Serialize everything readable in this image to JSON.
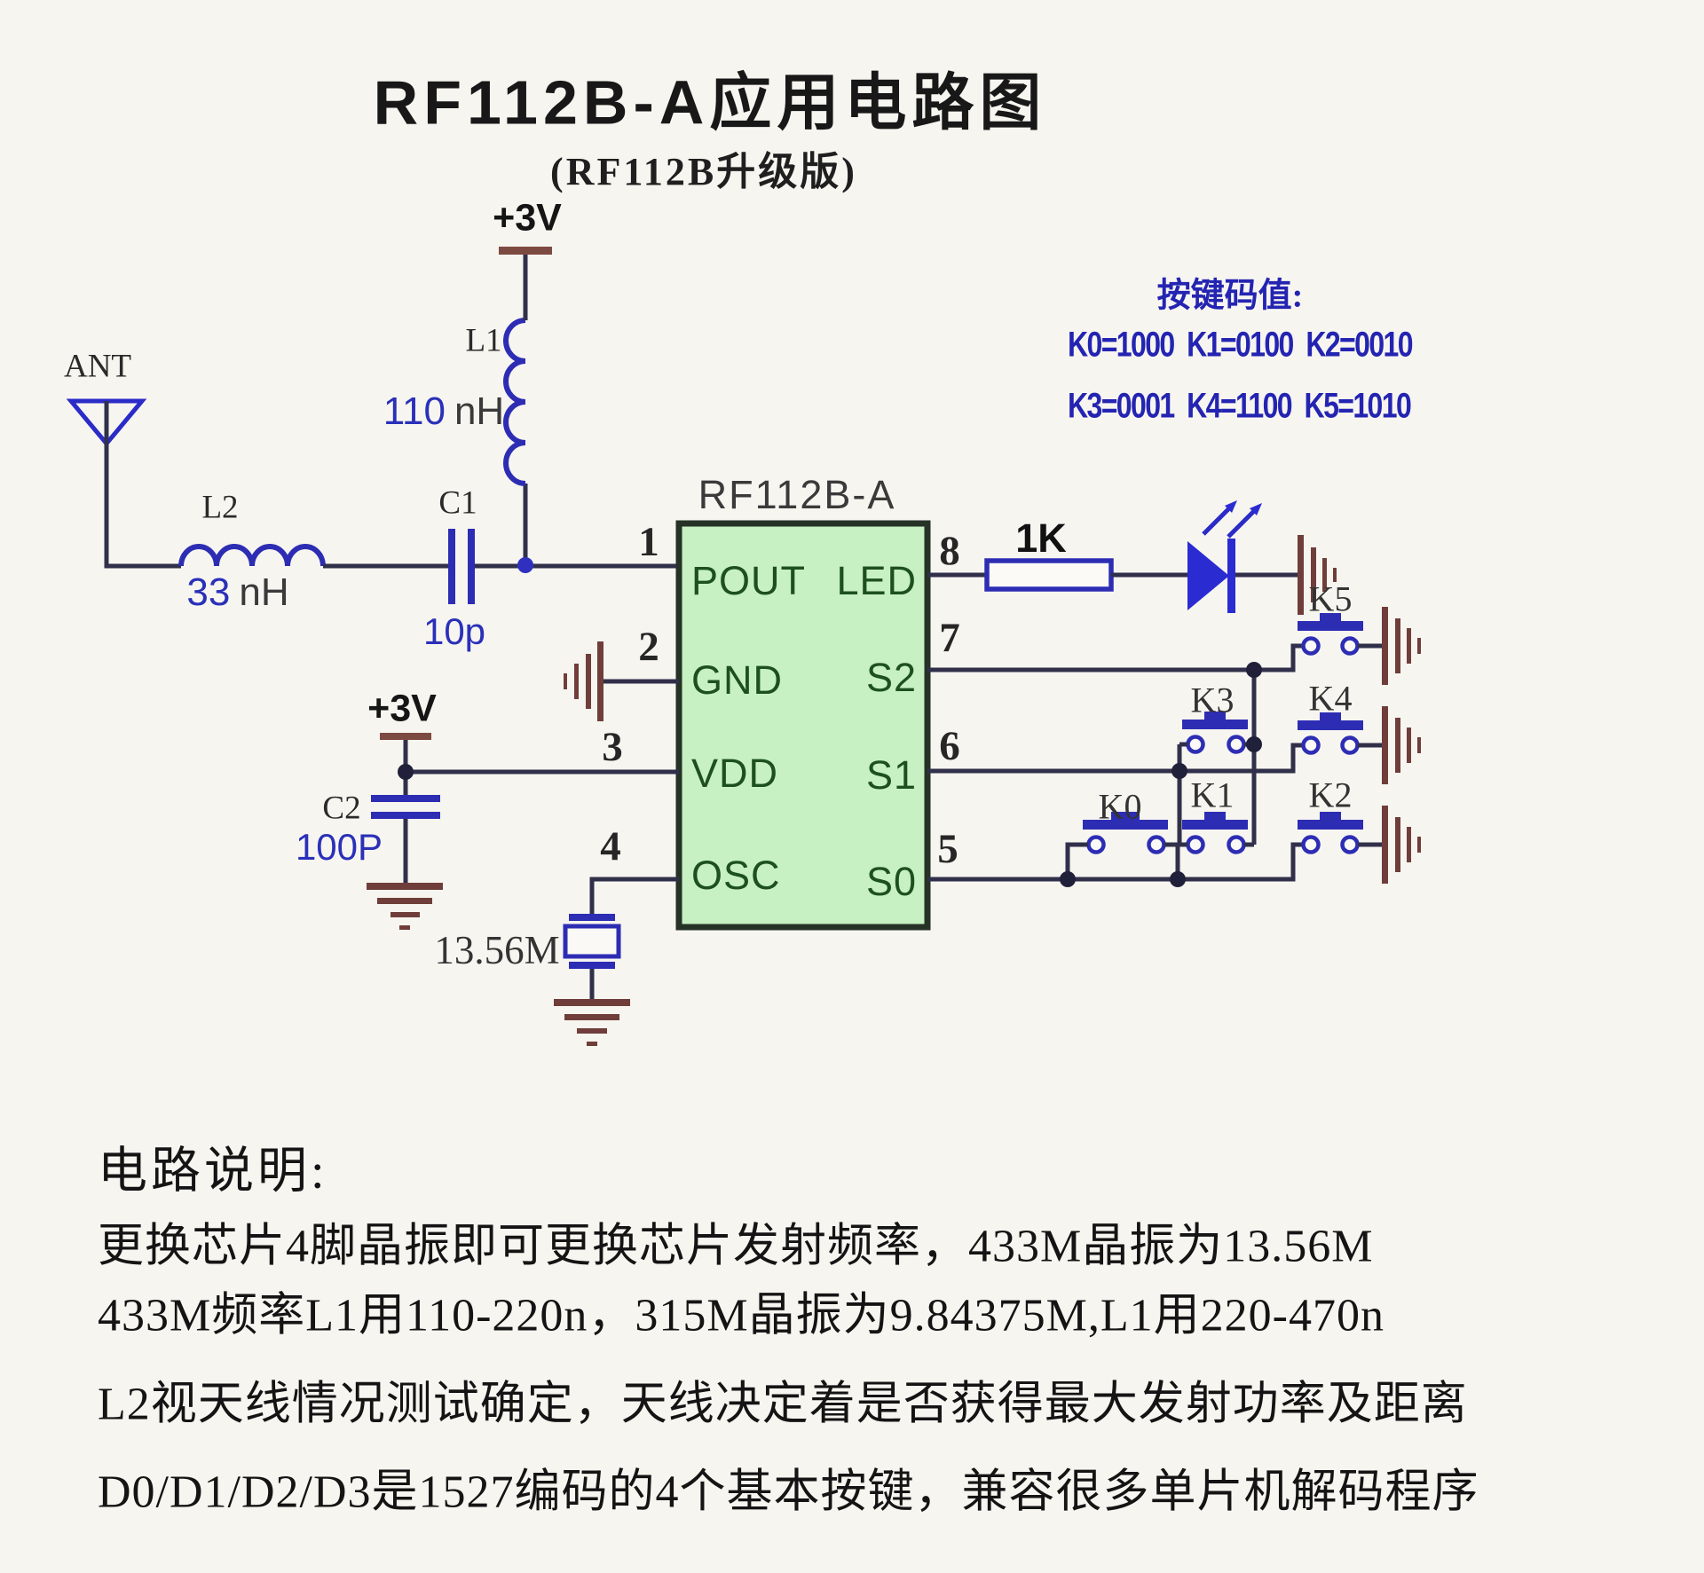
{
  "title": "RF112B-A应用电路图",
  "subtitle": "(RF112B升级版)",
  "key_codes": {
    "heading": "按键码值:",
    "row1": "K0=1000  K1=0100  K2=0010",
    "row2": "K3=0001  K4=1100  K5=1010"
  },
  "chip": {
    "name": "RF112B-A",
    "pins_left": [
      {
        "num": "1",
        "label": "POUT"
      },
      {
        "num": "2",
        "label": "GND"
      },
      {
        "num": "3",
        "label": "VDD"
      },
      {
        "num": "4",
        "label": "OSC"
      }
    ],
    "pins_right": [
      {
        "num": "8",
        "label": "LED"
      },
      {
        "num": "7",
        "label": "S2"
      },
      {
        "num": "6",
        "label": "S1"
      },
      {
        "num": "5",
        "label": "S0"
      }
    ]
  },
  "components": {
    "antenna": "ANT",
    "l1": {
      "ref": "L1",
      "num": "110",
      "unit": "nH"
    },
    "l2": {
      "ref": "L2",
      "num": "33",
      "unit": "nH"
    },
    "c1": {
      "ref": "C1",
      "value": "10p"
    },
    "c2": {
      "ref": "C2",
      "value": "100P"
    },
    "crystal": "13.56M",
    "resistor": "1K",
    "supply_top": "+3V",
    "supply_left": "+3V",
    "buttons": [
      "K0",
      "K1",
      "K2",
      "K3",
      "K4",
      "K5"
    ]
  },
  "notes": {
    "heading": "电路说明:",
    "lines": [
      "更换芯片4脚晶振即可更换芯片发射频率，433M晶振为13.56M",
      "433M频率L1用110-220n，315M晶振为9.84375M,L1用220-470n",
      "L2视天线情况测试确定，天线决定着是否获得最大发射功率及距离",
      "D0/D1/D2/D3是1527编码的4个基本按键，兼容很多单片机解码程序"
    ]
  }
}
